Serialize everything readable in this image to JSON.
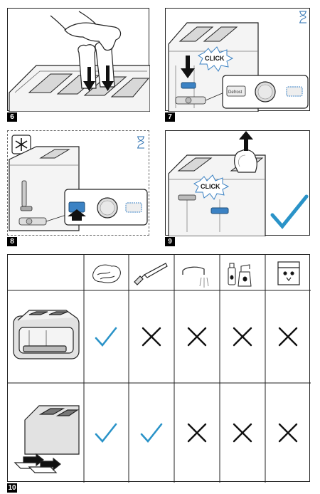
{
  "steps": [
    {
      "number": "6"
    },
    {
      "number": "7",
      "click": "CLICK",
      "button_label": "Defrost"
    },
    {
      "number": "8"
    },
    {
      "number": "9",
      "click": "CLICK"
    },
    {
      "number": "10"
    }
  ],
  "cleaning_table": {
    "columns": [
      "dry-cloth-icon",
      "brush-icon",
      "running-water-icon",
      "detergent-spray-icon",
      "dishwasher-icon"
    ],
    "rows": [
      {
        "item": "toaster-housing",
        "marks": [
          "check",
          "cross",
          "cross",
          "cross",
          "cross"
        ]
      },
      {
        "item": "crumb-tray",
        "marks": [
          "check",
          "check",
          "cross",
          "cross",
          "cross"
        ]
      }
    ],
    "check_color": "#2a93c8",
    "cross_color": "#111111"
  },
  "colors": {
    "accent_blue": "#3b82c4",
    "line": "#222222",
    "gray": "#9a9a9a"
  }
}
